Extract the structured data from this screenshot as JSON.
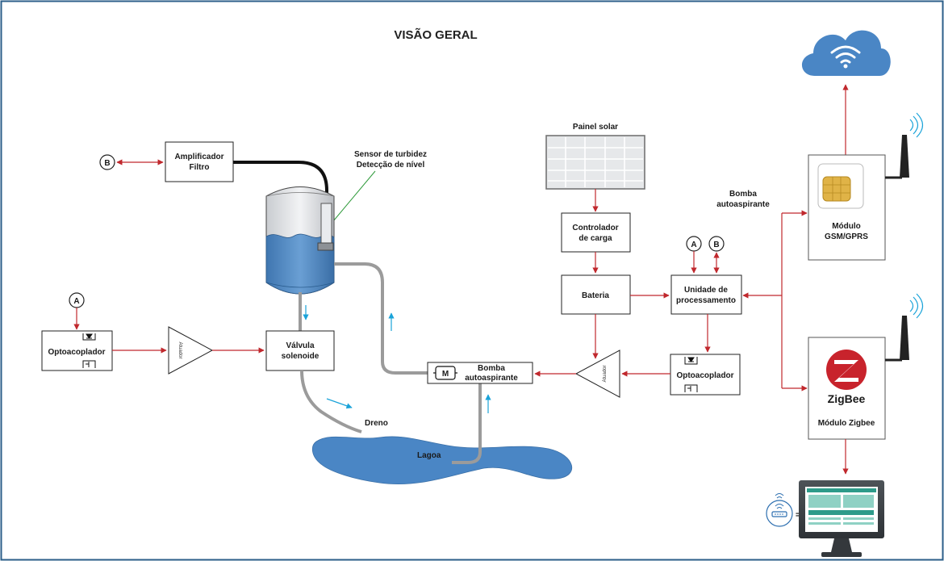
{
  "title": "VISÃO GERAL",
  "labels": {
    "amplificador_1": "Amplificador",
    "amplificador_2": "Filtro",
    "sensor_1": "Sensor de turbidez",
    "sensor_2": "Detecção de nível",
    "opto_left": "Optoacoplador",
    "atuador_left": "Atuador",
    "valvula_1": "Válvula",
    "valvula_2": "solenoide",
    "bomba_1": "Bomba",
    "bomba_2": "autoaspirante",
    "motor": "M",
    "dreno": "Dreno",
    "lagoa": "Lagoa",
    "painel": "Painel solar",
    "controlador_1": "Controlador",
    "controlador_2": "de carga",
    "bateria": "Bateria",
    "unidade_1": "Unidade de",
    "unidade_2": "processamento",
    "atuador_right": "Atuador",
    "opto_right": "Optoacoplador",
    "bomba_note_1": "Bomba",
    "bomba_note_2": "autoaspirante",
    "gsm_1": "Módulo",
    "gsm_2": "GSM/GPRS",
    "zigbee_logo": "ZigBee",
    "zigbee_module": "Módulo Zigbee",
    "equals": "="
  },
  "connectors": {
    "a": "A",
    "b": "B"
  },
  "colors": {
    "arrow": "#c0282d",
    "water": "#4a86c5",
    "cloud": "#4a86c5",
    "pipe": "#9b9b9b",
    "flow": "#1aa3d9",
    "sensor_line": "#2e9a3a",
    "frame": "#2c5f8a"
  }
}
